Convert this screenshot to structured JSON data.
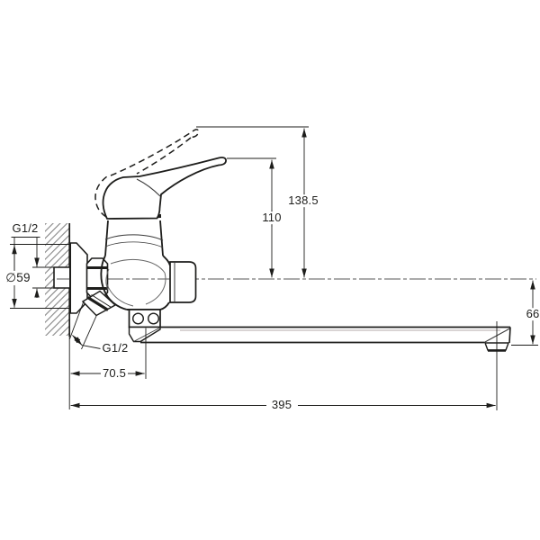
{
  "drawing": {
    "line_color": "#1d1d1b",
    "background": "#ffffff",
    "labels": {
      "wall_thread": "G1/2",
      "escutcheon_diameter": "∅59",
      "handle_height": "110",
      "handle_height_raised": "138.5",
      "spout_drop": "66",
      "outlet_thread": "G1/2",
      "wall_to_outlet": "70.5",
      "spout_reach": "395"
    }
  }
}
